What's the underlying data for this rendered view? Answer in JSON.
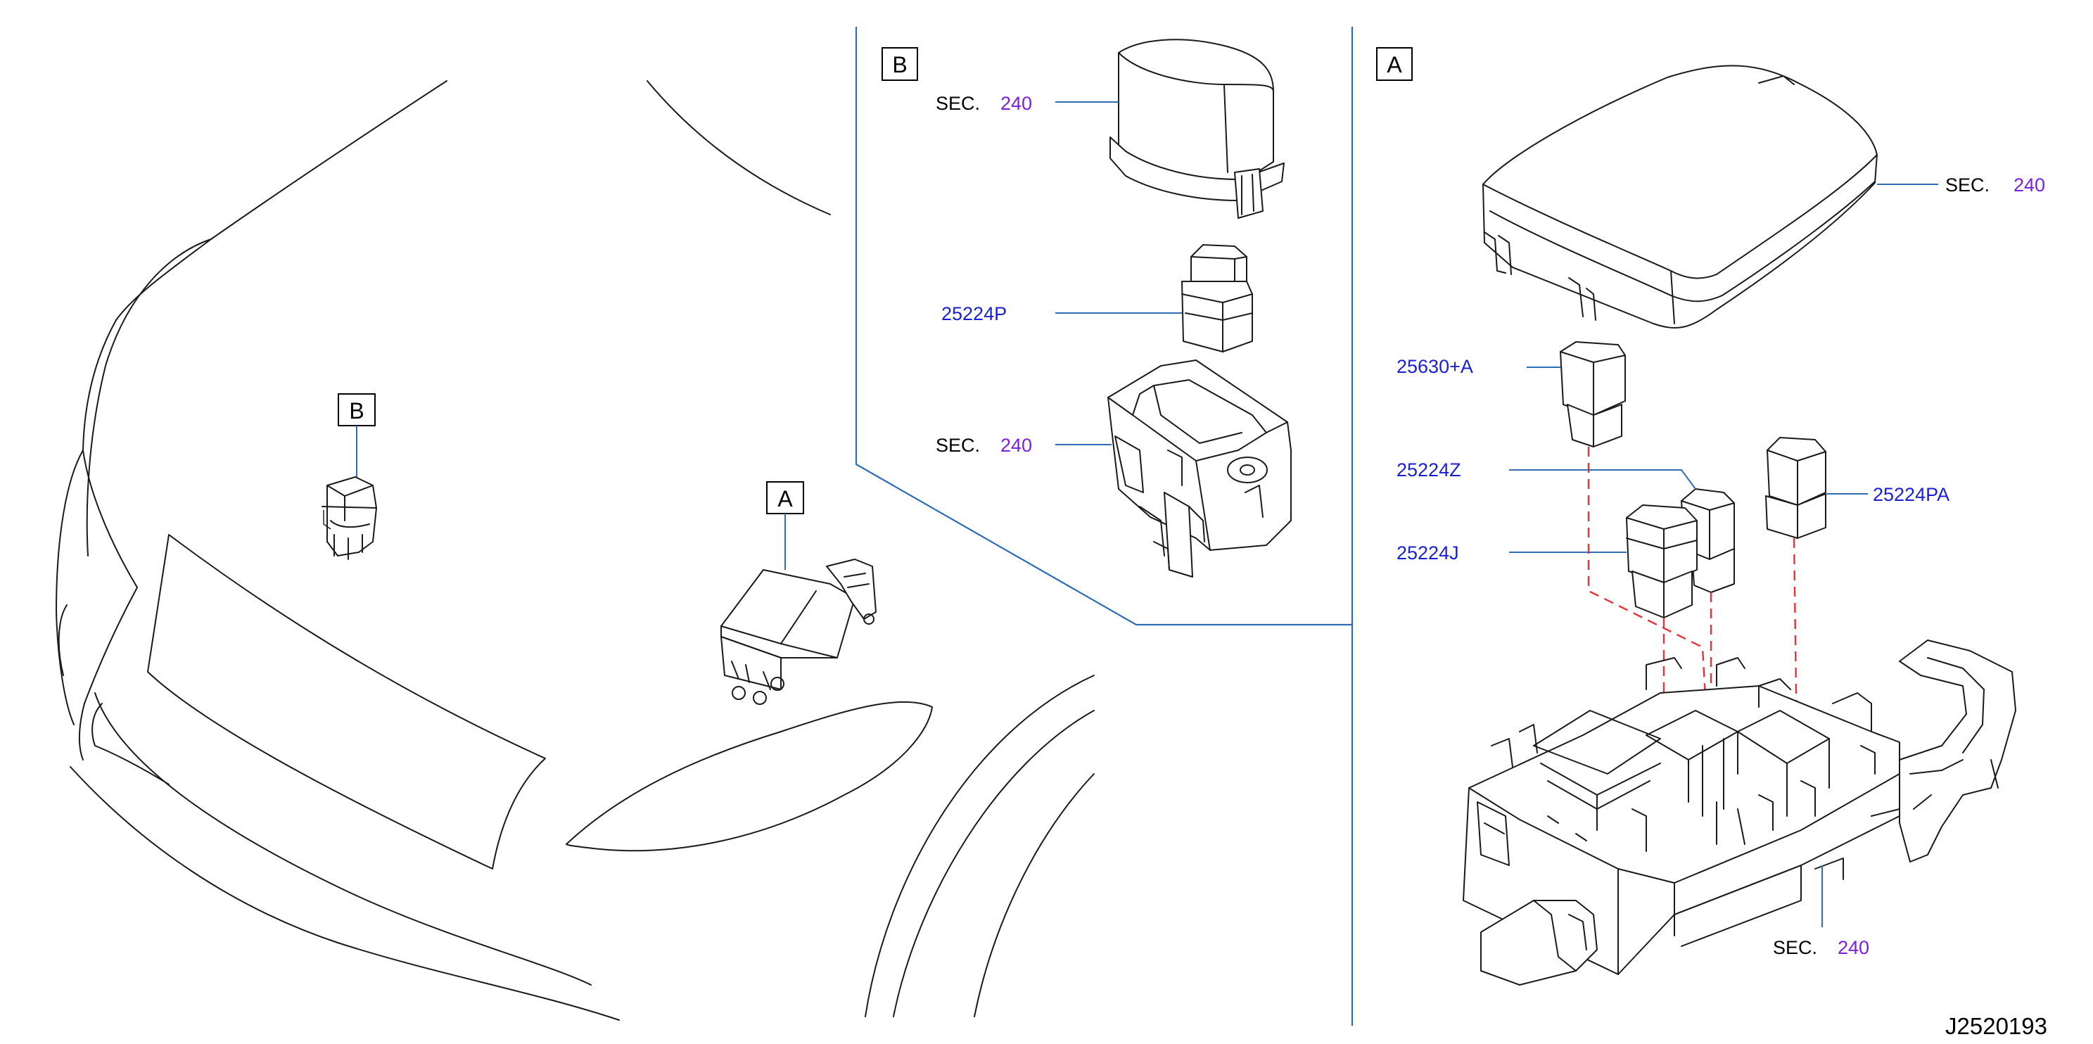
{
  "diagram_id": "J2520193",
  "panels": {
    "overview": {
      "callouts": [
        {
          "letter": "B"
        },
        {
          "letter": "A"
        }
      ]
    },
    "detail_b": {
      "letter": "B",
      "labels": [
        {
          "prefix": "SEC.",
          "ref": "240"
        },
        {
          "part": "25224P"
        },
        {
          "prefix": "SEC.",
          "ref": "240"
        }
      ]
    },
    "detail_a": {
      "letter": "A",
      "labels": [
        {
          "prefix": "SEC.",
          "ref": "240"
        },
        {
          "part": "25630+A"
        },
        {
          "part": "25224Z"
        },
        {
          "part": "25224J"
        },
        {
          "part": "25224PA"
        },
        {
          "prefix": "SEC.",
          "ref": "240"
        }
      ]
    }
  },
  "colors": {
    "leader": "#2f6db5",
    "part_number": "#1a1fd6",
    "section_ref": "#7b1fe0",
    "hidden_line": "#e8323a"
  }
}
